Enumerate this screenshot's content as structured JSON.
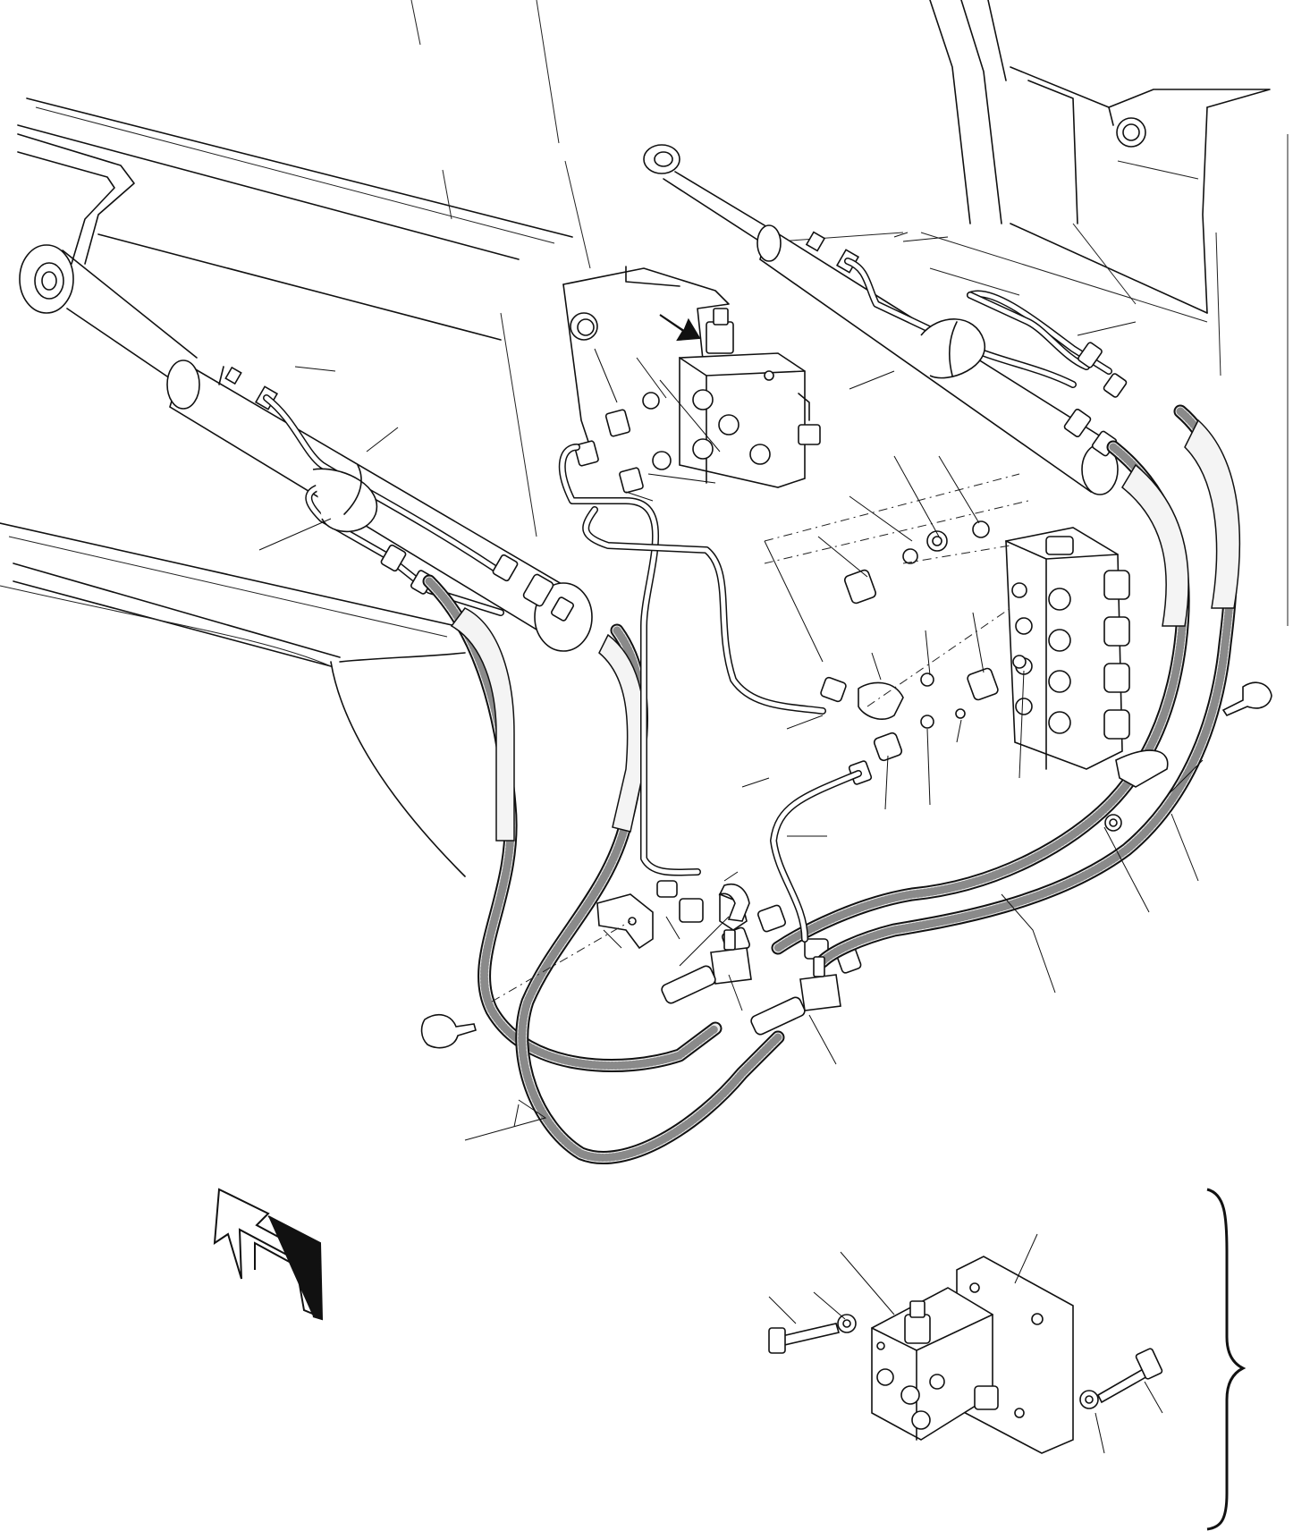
{
  "diagram": {
    "labels": [],
    "parts": [
      {
        "name": "boom-frame"
      },
      {
        "name": "lift-cylinder-left"
      },
      {
        "name": "lift-cylinder-right"
      },
      {
        "name": "mounting-plate"
      },
      {
        "name": "safety-valve-block"
      },
      {
        "name": "control-valve"
      },
      {
        "name": "hose-assembly"
      },
      {
        "name": "tee-fitting"
      },
      {
        "name": "elbow-fitting"
      },
      {
        "name": "clamp"
      },
      {
        "name": "wing-knob"
      },
      {
        "name": "front-direction-arrow"
      },
      {
        "name": "valve-block-detail"
      }
    ]
  }
}
